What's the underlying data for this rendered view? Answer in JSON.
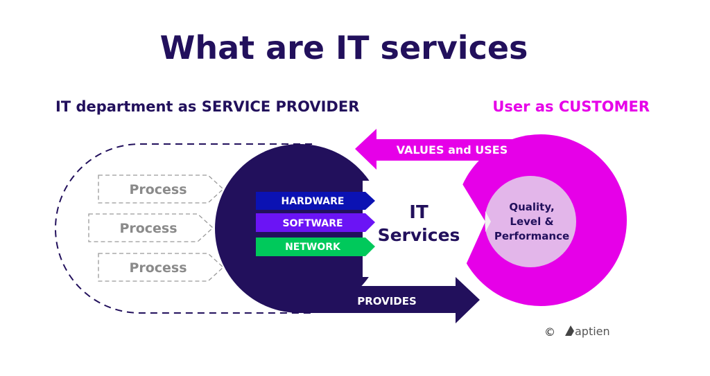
{
  "title": "What are IT services",
  "provider_heading": "IT department as SERVICE PROVIDER",
  "customer_heading": "User as CUSTOMER",
  "processes": [
    "Process",
    "Process",
    "Process"
  ],
  "components": [
    {
      "label": "HARDWARE",
      "color": "#0b12b3"
    },
    {
      "label": "SOFTWARE",
      "color": "#6b14f5"
    },
    {
      "label": "NETWORK",
      "color": "#00c95b"
    }
  ],
  "center": {
    "line1": "IT",
    "line2": "Services"
  },
  "quality": {
    "line1": "Quality,",
    "line2": "Level &",
    "line3": "Performance"
  },
  "values_arrow": "VALUES and USES",
  "provides_arrow": "PROVIDES",
  "footer": {
    "copyright": "©",
    "brand": "aptien"
  },
  "colors": {
    "navy": "#22105c",
    "magenta": "#e600e8",
    "pink": "#e3b6ea"
  }
}
